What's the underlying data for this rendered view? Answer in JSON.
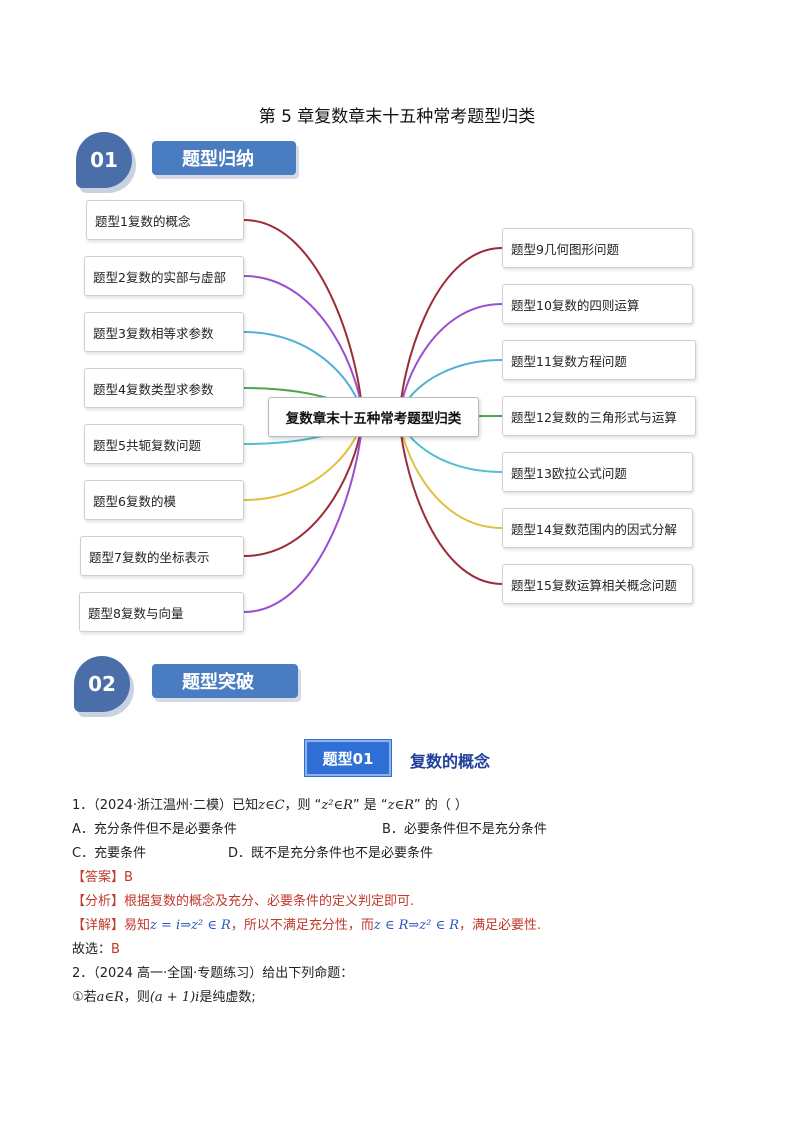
{
  "doc_title": "第 5 章复数章末十五种常考题型归类",
  "section1": {
    "num": "01",
    "label": "题型归纳"
  },
  "section2": {
    "num": "02",
    "label": "题型突破"
  },
  "mindmap": {
    "center": "复数章末十五种常考题型归类",
    "left": [
      "题型1复数的概念",
      "题型2复数的实部与虚部",
      "题型3复数相等求参数",
      "题型4复数类型求参数",
      "题型5共轭复数问题",
      "题型6复数的模",
      "题型7复数的坐标表示",
      "题型8复数与向量"
    ],
    "right": [
      "题型9几何图形问题",
      "题型10复数的四则运算",
      "题型11复数方程问题",
      "题型12复数的三角形式与运算",
      "题型13欧拉公式问题",
      "题型14复数范围内的因式分解",
      "题型15复数运算相关概念问题"
    ],
    "colors": [
      "#9b2d3a",
      "#9b4fd0",
      "#4fb0d8",
      "#4aa64a",
      "#4fc0d0",
      "#e0c040",
      "#9b2d3a",
      "#9b4fd0"
    ]
  },
  "type01": {
    "badge": "题型01",
    "title": "复数的概念"
  },
  "q1": {
    "stem_a": "1．（2024·浙江温州·二模）已知",
    "m1": "z∈C",
    "stem_b": "，则 “",
    "m2": "z²∈R",
    "stem_c": "” 是 “",
    "m3": "z∈R",
    "stem_d": "” 的（    ）",
    "optA": "A．充分条件但不是必要条件",
    "optB": "B．必要条件但不是充分条件",
    "optC": "C．充要条件",
    "optD": "D．既不是充分条件也不是必要条件",
    "answer_tag": "【答案】",
    "answer": "B",
    "analysis_tag": "【分析】",
    "analysis": "根据复数的概念及充分、必要条件的定义判定即可.",
    "detail_tag": "【详解】",
    "detail_a": "易知",
    "dm1": "z = i⇒z² ∈ R",
    "detail_b": "，所以不满足充分性，而",
    "dm2": "z ∈ R⇒z² ∈ R",
    "detail_c": "，满足必要性.",
    "choose": "故选：",
    "choose_val": "B"
  },
  "q2": {
    "stem": "2．（2024 高一·全国·专题练习）给出下列命题：",
    "item1_a": "①若",
    "im1": "a∈R",
    "item1_b": "，则",
    "im2": "(a + 1)i",
    "item1_c": "是纯虚数;"
  }
}
